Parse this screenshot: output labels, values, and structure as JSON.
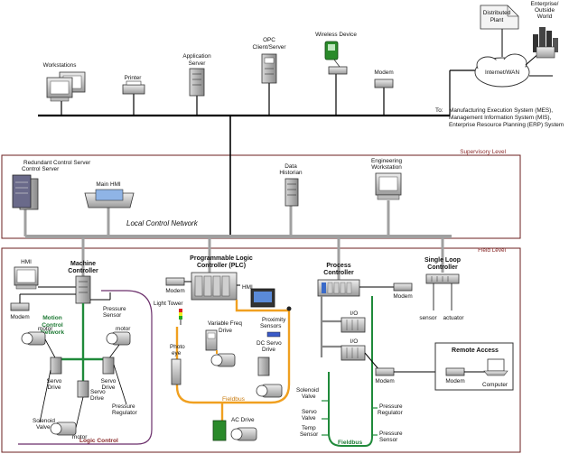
{
  "colors": {
    "zone_border": "#6b1f1f",
    "network_gray": "#a0a0a0",
    "motion_green": "#1f8a3a",
    "fieldbus_orange": "#f0a020",
    "logic_purple": "#6b2f6b"
  },
  "top": {
    "workstations": "Workstations",
    "printer": "Printer",
    "application_server": [
      "Application",
      "Server"
    ],
    "opc": [
      "OPC",
      "Client/Server"
    ],
    "wireless_device": "Wireless Device",
    "modem": "Modem",
    "internet_wan": "Internet/WAN",
    "distributed_plant": [
      "Distributed",
      "Plant"
    ],
    "enterprise": [
      "Enterprise/",
      "Outside",
      "World"
    ],
    "to_label": "To:",
    "to_lines": [
      "Manufacturing Execution System (MES),",
      "Management Information System (MIS),",
      "Enterprise Resource Planning (ERP) System"
    ]
  },
  "supervisory": {
    "zone_label": "Supervisory Level",
    "redundant_control_server": [
      "Redundant Control Server",
      "Control Server"
    ],
    "main_hmi": "Main HMI",
    "data_historian": [
      "Data",
      "Historian"
    ],
    "engineering_workstation": [
      "Engineering",
      "Workstation"
    ],
    "local_control_network": "Local Control Network"
  },
  "field": {
    "zone_label": "Field Level",
    "hmi": "HMI",
    "machine_controller": [
      "Machine",
      "Controller"
    ],
    "plc": [
      "Programmable Logic",
      "Controller (PLC)"
    ],
    "hmi2": "HMI",
    "light_tower": "Light Tower",
    "modem": "Modem",
    "motion_control_network": [
      "Motion",
      "Control",
      "Network"
    ],
    "pressure_sensor": [
      "Pressure",
      "Sensor"
    ],
    "motor": "motor",
    "servo_drive": [
      "Servo",
      "Drive"
    ],
    "pressure_regulator": [
      "Pressure",
      "Regulator"
    ],
    "solenoid_valve": [
      "Solenoid",
      "Valve"
    ],
    "logic_control": "Logic Control",
    "variable_freq_drive": [
      "Variable Freq",
      "Drive"
    ],
    "proximity_sensors": [
      "Proximity",
      "Sensors"
    ],
    "dc_servo_drive": [
      "DC Servo",
      "Drive"
    ],
    "photo_eye": [
      "Photo",
      "eye"
    ],
    "fieldbus": "Fieldbus",
    "ac_drive": "AC Drive",
    "process_controller": [
      "Process",
      "Controller"
    ],
    "io": "I/O",
    "servo_valve": [
      "Servo",
      "Valve"
    ],
    "temp_sensor": [
      "Temp",
      "Sensor"
    ],
    "single_loop_controller": [
      "Single Loop",
      "Controller"
    ],
    "sensor": "sensor",
    "actuator": "actuator",
    "remote_access": "Remote Access",
    "computer": "Computer"
  }
}
